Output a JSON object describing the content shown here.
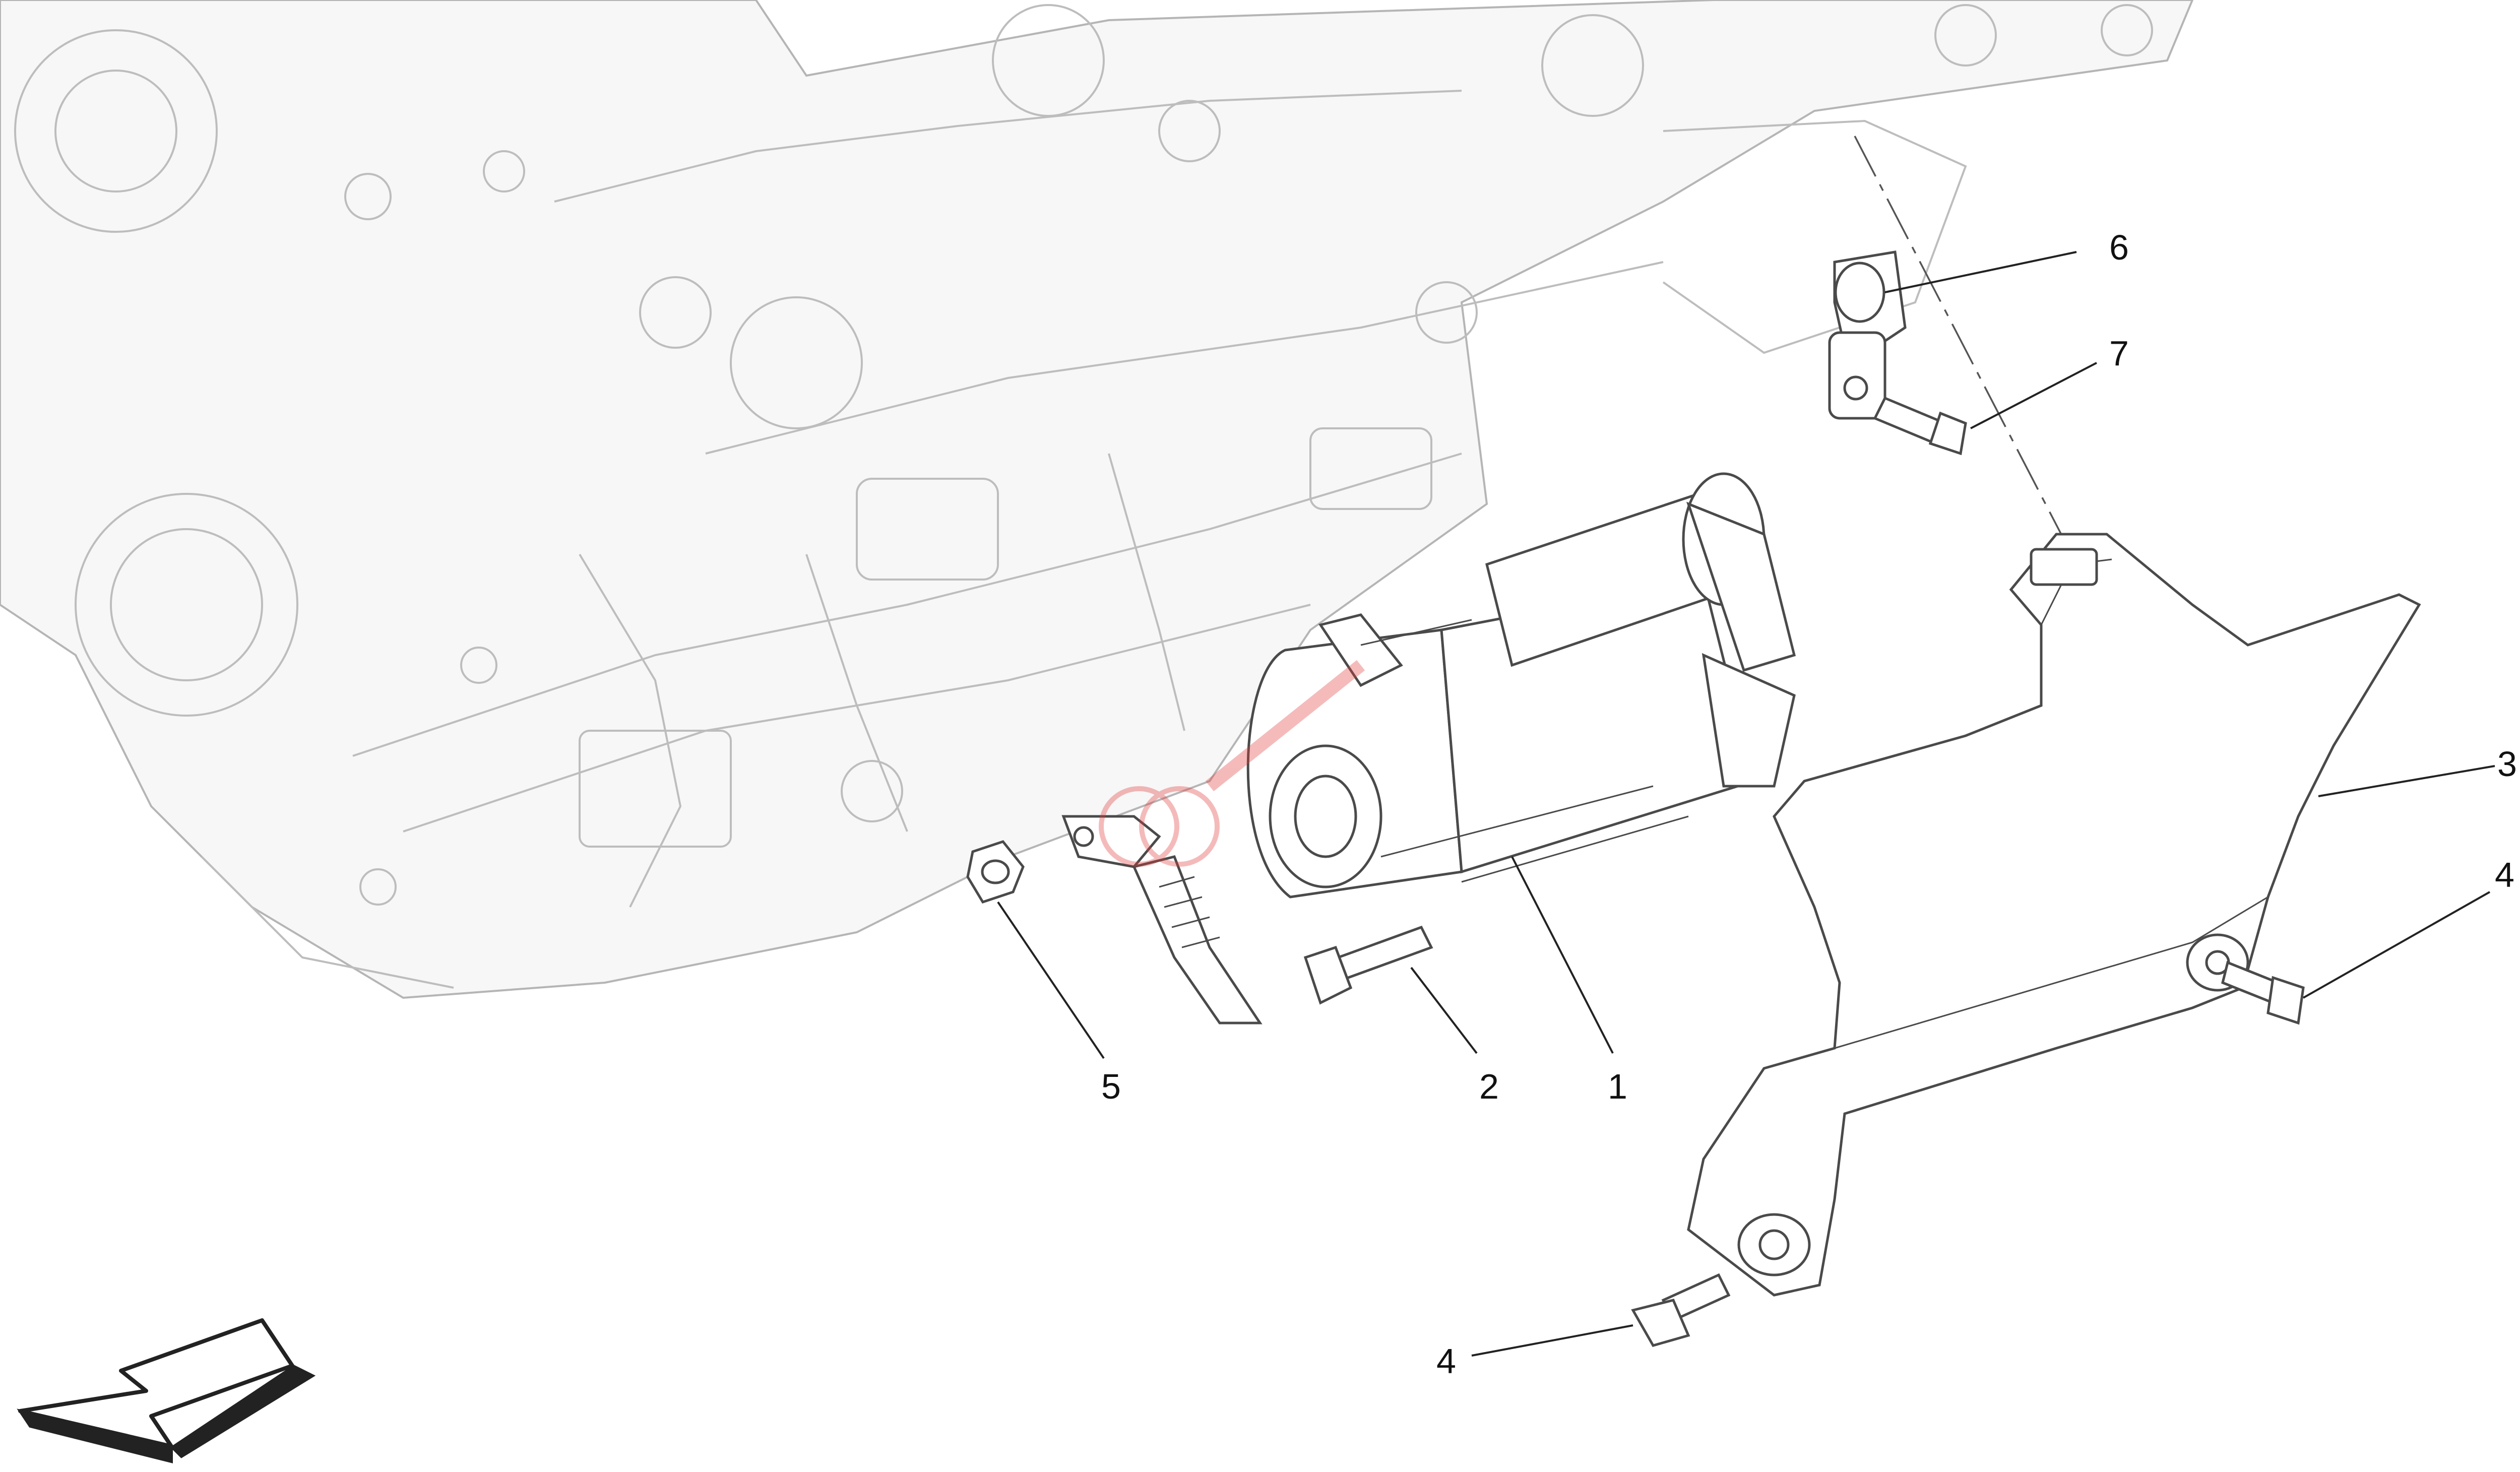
{
  "callouts": [
    {
      "id": "1",
      "label": "1"
    },
    {
      "id": "2",
      "label": "2"
    },
    {
      "id": "3",
      "label": "3"
    },
    {
      "id": "4a",
      "label": "4"
    },
    {
      "id": "4b",
      "label": "4"
    },
    {
      "id": "5",
      "label": "5"
    },
    {
      "id": "6",
      "label": "6"
    },
    {
      "id": "7",
      "label": "7"
    }
  ],
  "colors": {
    "engine_outline": "#bdbdbd",
    "part_outline": "#4a4a4a",
    "watermark": "#e23b3b",
    "arrow": "#222222"
  },
  "icons": {
    "direction_arrow": "front-direction-arrow-icon",
    "watermark": "watermark-logo"
  }
}
